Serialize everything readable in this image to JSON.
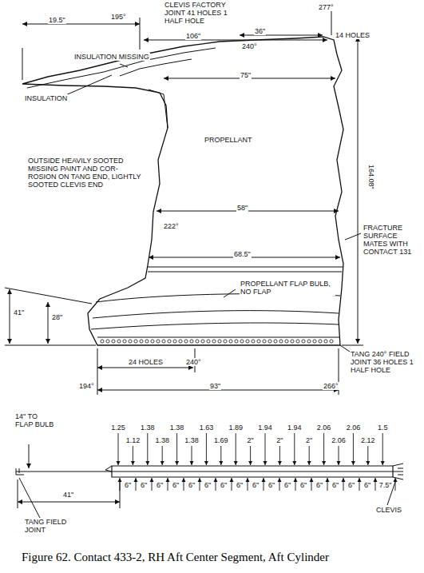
{
  "diagram": {
    "caption": "Figure 62. Contact 433-2, RH Aft Center Segment, Aft Cylinder",
    "labels": [
      "CLEVIS FACTORY JOINT 41 HOLES 1 HALF HOLE",
      "195°",
      "277°",
      "19.5\"",
      "106\"",
      "36\"",
      "14 HOLES",
      "240°",
      "INSULATION MISSING",
      "INSULATION",
      "75\"",
      "PROPELLANT",
      "OUTSIDE HEAVILY SOOTED MISSING PAINT AND COR- ROSION ON TANG END, LIGHTLY SOOTED CLEVIS END",
      "164.08\"",
      "58\"",
      "222°",
      "68.5\"",
      "FRACTURE SURFACE MATES WITH CONTACT 131",
      "41\"",
      "28\"",
      "PROPELLANT FLAP BULB, NO FLAP",
      "TANG 240° FIELD JOINT 36 HOLES 1 HALF HOLE",
      "24 HOLES",
      "240°",
      "194°",
      "93\"",
      "266°",
      "14\" TO FLAP BULB",
      "1.25",
      "1.12",
      "1.38",
      "1.38",
      "1.38",
      "1.38",
      "1.63",
      "1.69",
      "1.89",
      "2\"",
      "1.94",
      "2\"",
      "1.94",
      "2\"",
      "2.06",
      "2.06",
      "2.06",
      "2.12",
      "1.5",
      "6\"",
      "6\"",
      "6\"",
      "6\"",
      "6\"",
      "6\"",
      "6\"",
      "6\"",
      "6\"",
      "6\"",
      "6\"",
      "6\"",
      "6\"",
      "6\"",
      "6\"",
      "6\"",
      "7.5\"",
      "41\"",
      "TANG FIELD JOINT",
      "CLEVIS"
    ]
  }
}
